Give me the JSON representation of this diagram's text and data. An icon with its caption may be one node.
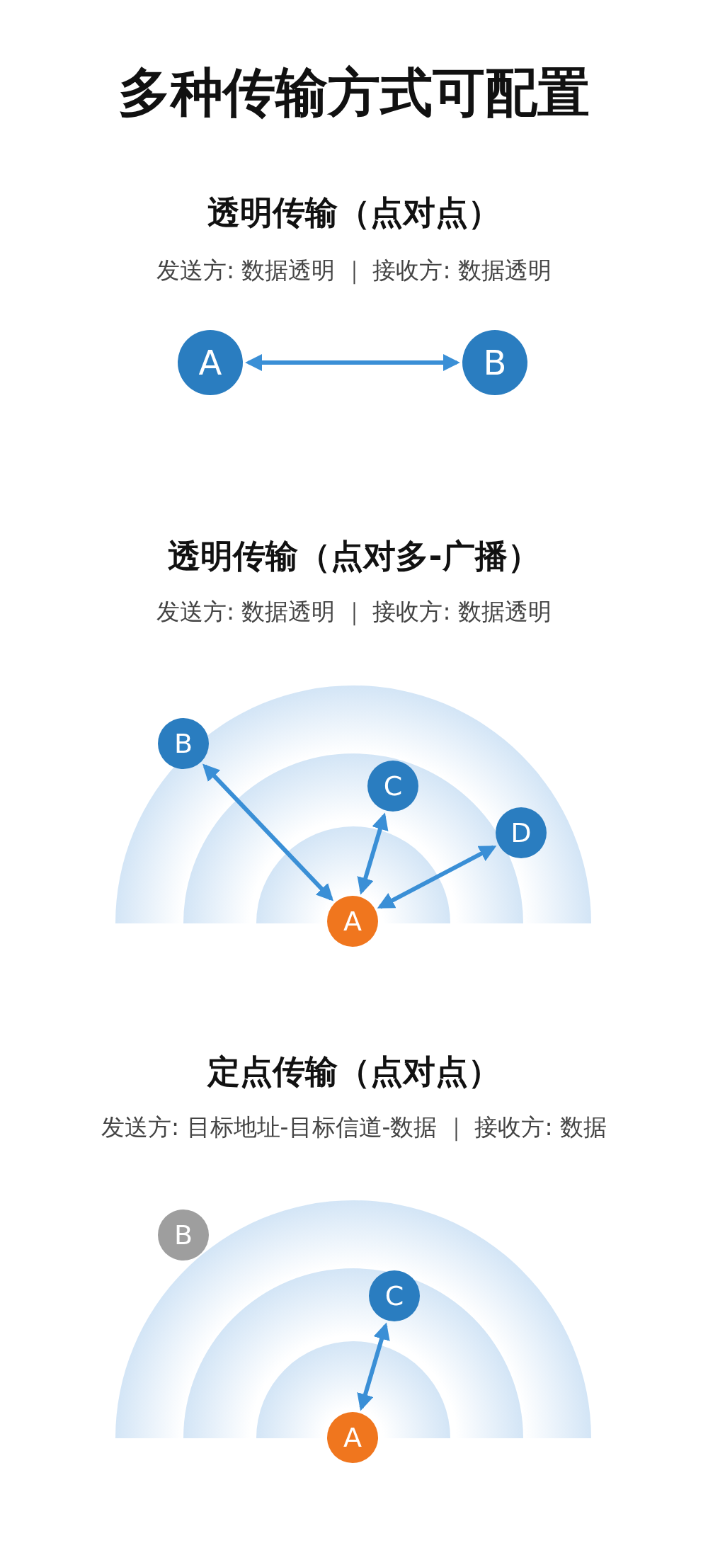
{
  "diagram": {
    "title": "多种传输方式可配置",
    "nodes": [
      {
        "text": [
          "A"
        ]
      },
      {
        "text": [
          "B"
        ]
      },
      {
        "text": [
          "B"
        ]
      },
      {
        "text": [
          "C"
        ]
      },
      {
        "text": [
          "D"
        ]
      },
      {
        "text": [
          "A"
        ]
      },
      {
        "text": [
          "B"
        ]
      },
      {
        "text": [
          "C"
        ]
      },
      {
        "text": [
          "A"
        ]
      }
    ],
    "edges": [
      {
        "from": 0,
        "to": 1,
        "arrow": "both"
      },
      {
        "from": 5,
        "to": 2,
        "arrow": "both"
      },
      {
        "from": 5,
        "to": 3,
        "arrow": "both"
      },
      {
        "from": 5,
        "to": 4,
        "arrow": "both"
      },
      {
        "from": 8,
        "to": 7,
        "arrow": "both"
      }
    ],
    "labels": [
      "透明传输（点对点）",
      "发送方: 数据透明 ｜ 接收方: 数据透明",
      "透明传输（点对多-广播）",
      "发送方: 数据透明 ｜ 接收方: 数据透明",
      "定点传输（点对点）",
      "发送方: 目标地址-目标信道-数据 ｜ 接收方: 数据"
    ]
  }
}
